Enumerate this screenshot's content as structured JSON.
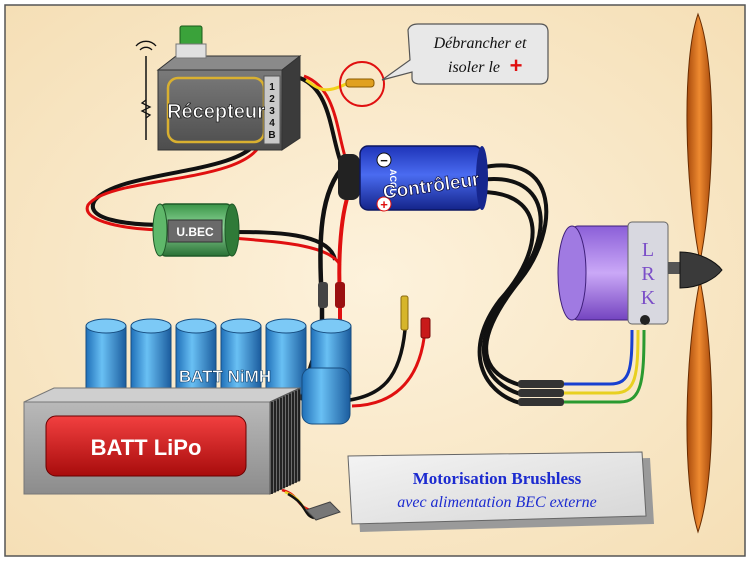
{
  "receiver": {
    "label": "Récepteur",
    "channels": [
      "1",
      "2",
      "3",
      "4",
      "B"
    ]
  },
  "controller": {
    "label": "Contrôleur",
    "side_label": "ACCU",
    "minus": "−",
    "plus": "+"
  },
  "ubec": {
    "label": "U.BEC"
  },
  "nimh_battery": {
    "label": "BATT NiMH"
  },
  "lipo_battery": {
    "label": "BATT LiPo"
  },
  "motor": {
    "brand": "LRK"
  },
  "callout": {
    "line1": "Débrancher et",
    "line2": "isoler le",
    "plus": "+"
  },
  "title_box": {
    "title": "Motorisation Brushless",
    "subtitle": "avec alimentation BEC externe"
  },
  "colors": {
    "background": "#fbeccf",
    "wire_red": "#e01010",
    "wire_black": "#111111",
    "controller_blue": "#2340c8",
    "ubec_green": "#3f9f50",
    "nimh_blue": "#3a9ad8",
    "lipo_red": "#d01818",
    "motor_purple": "#a87de6",
    "propeller": "#d86a18",
    "title_blue": "#1c2bd0"
  }
}
